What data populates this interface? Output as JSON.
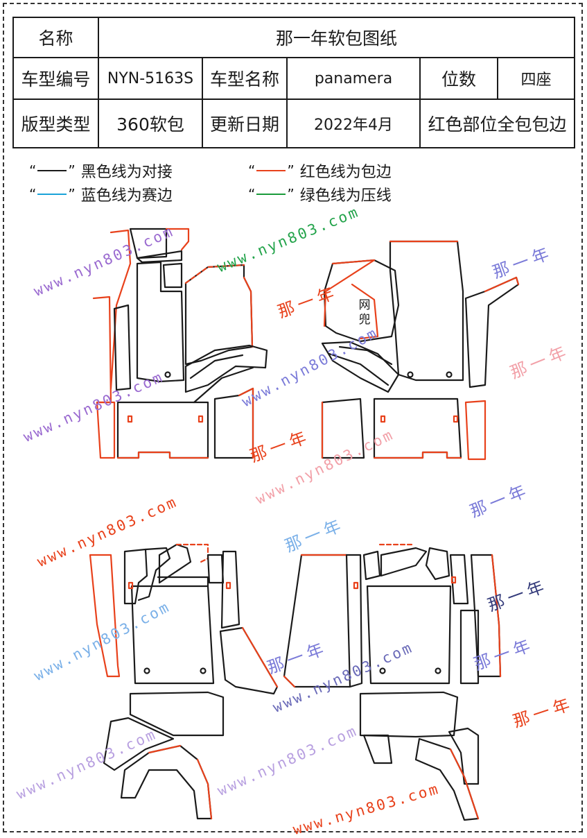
{
  "header": {
    "name_label": "名称",
    "name_value": "那一年软包图纸",
    "code_label": "车型编号",
    "code_value": "NYN-5163S",
    "model_label": "车型名称",
    "model_value": "panamera",
    "seats_label": "位数",
    "seats_value": "四座",
    "type_label": "版型类型",
    "type_value": "360软包",
    "date_label": "更新日期",
    "date_value": "2022年4月",
    "note_value": "红色部位全包包边"
  },
  "legend": [
    {
      "quote_open": "“",
      "quote_close": "”",
      "color": "#1a1a1a",
      "text": "黑色线为对接"
    },
    {
      "quote_open": "“",
      "quote_close": "”",
      "color": "#e8411b",
      "text": "红色线为包边"
    },
    {
      "quote_open": "“",
      "quote_close": "”",
      "color": "#1aa3d9",
      "text": "蓝色线为赛边"
    },
    {
      "quote_open": "“",
      "quote_close": "”",
      "color": "#1a9a3a",
      "text": "绿色线为压线"
    }
  ],
  "diagram": {
    "net_label": "网兜"
  },
  "watermarks": {
    "url": "www.nyn803.com",
    "brand": "那一年"
  },
  "colors": {
    "border_line": "#1a1a1a",
    "edge_wrap": "#e8411b",
    "seam_edge": "#1aa3d9",
    "press_line": "#1a9a3a"
  }
}
